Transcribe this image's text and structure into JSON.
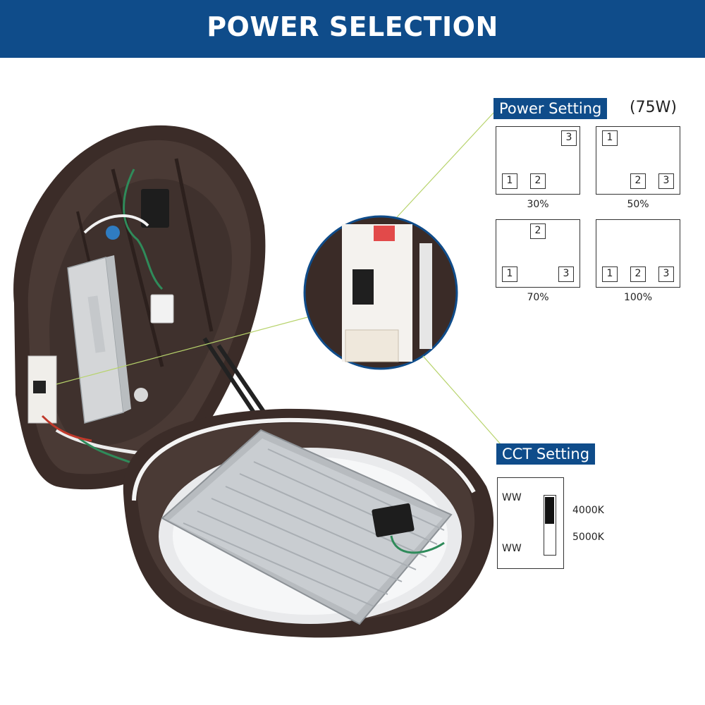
{
  "header": {
    "title": "POWER SELECTION"
  },
  "power_setting": {
    "label": "Power Setting",
    "wattage": "(75W)",
    "options": [
      {
        "caption": "30%",
        "up": [
          "3"
        ],
        "down": [
          "1",
          "2"
        ]
      },
      {
        "caption": "50%",
        "up": [
          "1"
        ],
        "down": [
          "2",
          "3"
        ]
      },
      {
        "caption": "70%",
        "up": [
          "2"
        ],
        "down": [
          "1",
          "3"
        ]
      },
      {
        "caption": "100%",
        "up": [],
        "down": [
          "1",
          "2",
          "3"
        ]
      }
    ]
  },
  "cct_setting": {
    "label": "CCT Setting",
    "top_side": "WW",
    "bottom_side": "WW",
    "option_top": "4000K",
    "option_bottom": "5000K",
    "selected": "4000K"
  },
  "colors": {
    "brand_blue": "#0f4c8a",
    "housing": "#3b2c28",
    "leader_line": "#b7d36b"
  }
}
